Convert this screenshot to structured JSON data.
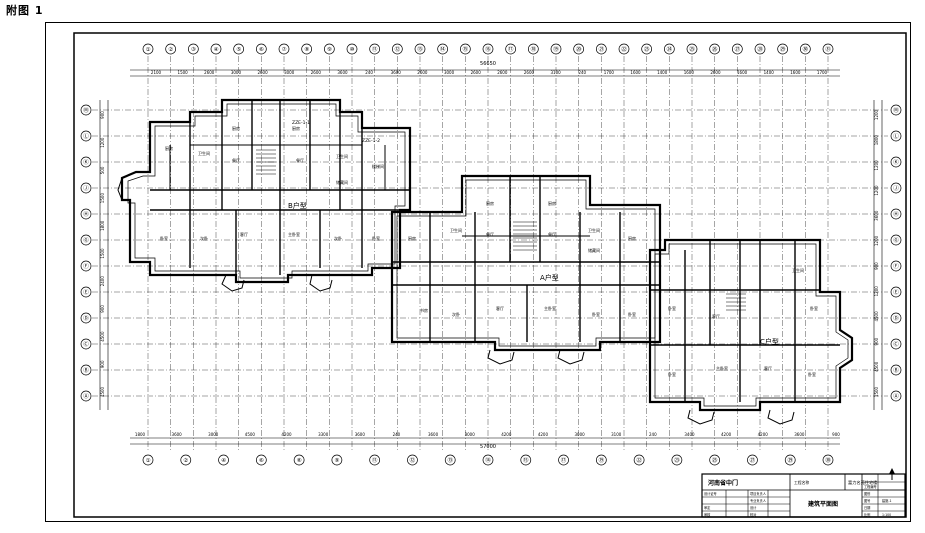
{
  "caption": "附图 1",
  "overall_dims": {
    "top": "56650",
    "bottom": "57000"
  },
  "axes": {
    "top": [
      "①",
      "②",
      "③",
      "④",
      "⑤",
      "⑥",
      "⑦",
      "⑧",
      "⑨",
      "⑩",
      "⑪",
      "⑫",
      "⑬",
      "⑭",
      "⑮",
      "⑯",
      "⑰",
      "⑱",
      "⑲",
      "⑳",
      "㉑",
      "㉒",
      "㉓",
      "㉔",
      "㉕",
      "㉖",
      "㉗",
      "㉘",
      "㉙",
      "㉚",
      "㉛"
    ],
    "bottom": [
      "①",
      "②",
      "④",
      "⑥",
      "⑧",
      "⑨",
      "⑪",
      "⑫",
      "⑬",
      "⑭",
      "⑮",
      "⑰",
      "⑲",
      "㉒",
      "㉓",
      "㉕",
      "㉗",
      "㉙",
      "㉚"
    ],
    "left": [
      "Ⓜ",
      "Ⓛ",
      "Ⓚ",
      "Ⓙ",
      "Ⓗ",
      "Ⓖ",
      "Ⓕ",
      "Ⓔ",
      "Ⓓ",
      "Ⓒ",
      "Ⓑ",
      "Ⓐ"
    ],
    "right": [
      "Ⓜ",
      "Ⓛ",
      "Ⓚ",
      "Ⓙ",
      "Ⓗ",
      "Ⓖ",
      "Ⓕ",
      "Ⓔ",
      "Ⓓ",
      "Ⓒ",
      "Ⓑ",
      "Ⓐ"
    ]
  },
  "dims": {
    "top": [
      "2100",
      "1500",
      "2600",
      "3000",
      "2600",
      "3000",
      "2600",
      "3600",
      "240",
      "3600",
      "2600",
      "3000",
      "2600",
      "2600",
      "2600",
      "3100",
      "240",
      "1700",
      "1600",
      "1400",
      "1600",
      "2600",
      "1600",
      "1400",
      "1600",
      "1700"
    ],
    "bottom": [
      "1800",
      "3600",
      "3000",
      "4500",
      "4200",
      "3300",
      "3600",
      "240",
      "3600",
      "3000",
      "4200",
      "4200",
      "3000",
      "3100",
      "240",
      "3400",
      "4200",
      "4200",
      "3600",
      "900"
    ],
    "left": [
      "900",
      "1200",
      "500",
      "1500",
      "1800",
      "1500",
      "2400",
      "900",
      "4500",
      "900",
      "4500"
    ],
    "right": [
      "1200",
      "1800",
      "1200",
      "1200",
      "3600",
      "1200",
      "900",
      "1200",
      "4500",
      "900",
      "4500",
      "1500"
    ]
  },
  "unit_labels": {
    "unit_b": "B户型",
    "unit_a": "A户型",
    "unit_c": "C户型"
  },
  "room_labels": [
    "卧室",
    "卫生间",
    "厨房",
    "餐厅",
    "客厅",
    "主卧室",
    "次卧",
    "书房",
    "储藏间",
    "阳台",
    "楼梯间",
    "门厅"
  ],
  "window_tags": [
    "ZZE-1-1",
    "ZZE-1-2"
  ],
  "title_block": {
    "company": "河南省中门",
    "project_label": "工程名称",
    "project_name": "富力名苑住宅楼",
    "drawing_title": "建筑平面图",
    "cells_left": [
      "设计证号",
      "审定",
      "审核"
    ],
    "cells_mid": [
      "项目负责人",
      "专业负责人",
      "设计",
      "校对"
    ],
    "cells_right": [
      "工程编号",
      "图别",
      "图号",
      "日期",
      "比例"
    ],
    "scale": "1:100",
    "sheet_no": "建施-1"
  }
}
